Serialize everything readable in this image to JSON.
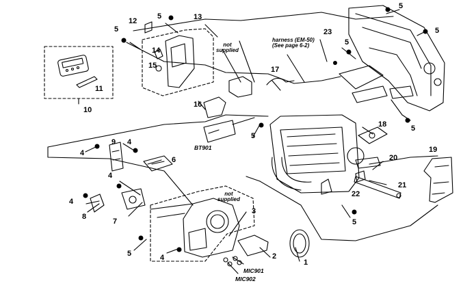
{
  "diagram": {
    "callouts": {
      "p1": "1",
      "p2": "2",
      "p3": "3",
      "p4a": "4",
      "p4b": "4",
      "p4c": "4",
      "p4d": "4",
      "p4e": "4",
      "p5a": "5",
      "p5b": "5",
      "p5c": "5",
      "p5d": "5",
      "p5e": "5",
      "p5f": "5",
      "p5g": "5",
      "p5h": "5",
      "p5i": "5",
      "p6": "6",
      "p7": "7",
      "p8": "8",
      "p9": "9",
      "p10": "10",
      "p11": "11",
      "p12": "12",
      "p13": "13",
      "p14": "14",
      "p15": "15",
      "p16": "16",
      "p17": "17",
      "p18": "18",
      "p19": "19",
      "p20": "20",
      "p21": "21",
      "p22": "22",
      "p23": "23"
    },
    "notes": {
      "not_supplied_top": "not\nsupplied",
      "not_supplied_bottom": "not\nsupplied",
      "harness": "harness (EM-50)\n(See page 6-2)"
    },
    "codes": {
      "bt901": "BT901",
      "mic901": "MIC901",
      "mic902": "MIC902"
    }
  }
}
